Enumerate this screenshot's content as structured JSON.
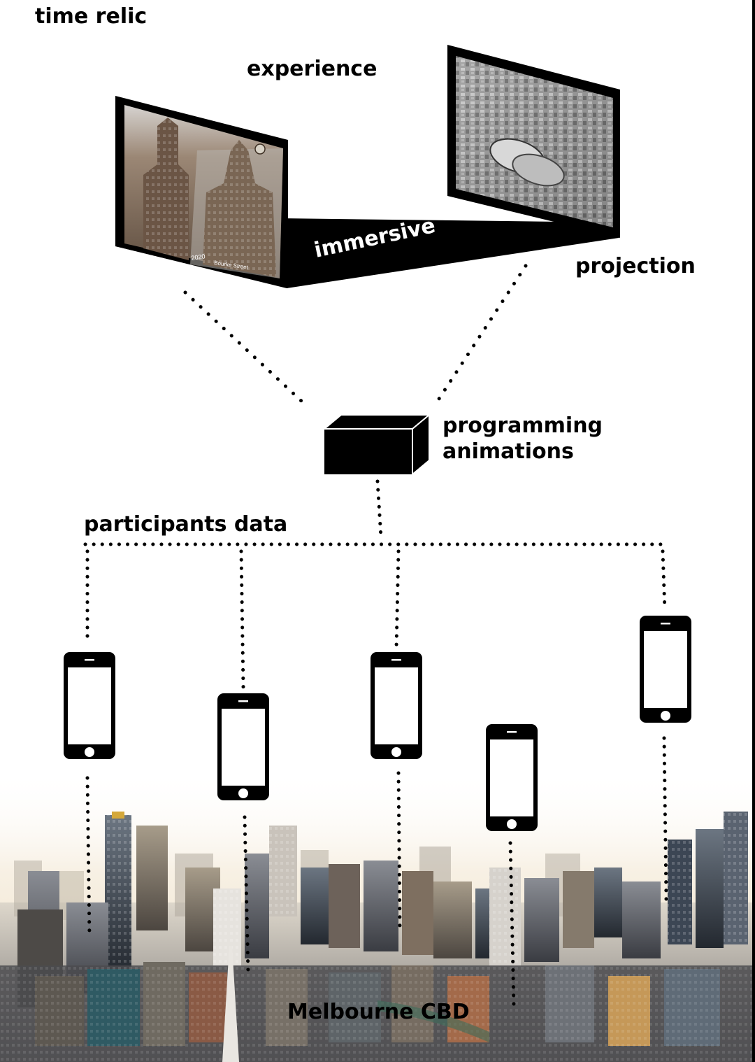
{
  "title": "time relic",
  "labels": {
    "experience": "experience",
    "immersive": "immersive",
    "projection": "projection",
    "programming": "programming",
    "animations": "animations",
    "participants": "participants data",
    "city": "Melbourne CBD"
  },
  "left_screen": {
    "year": "2020",
    "street": "Bourke Street"
  }
}
